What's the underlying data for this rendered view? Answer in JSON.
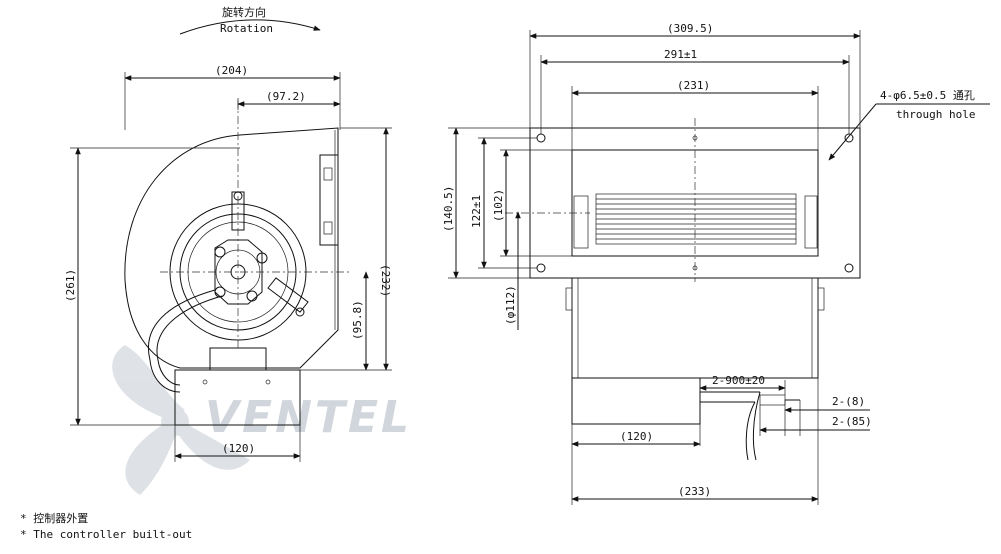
{
  "rotation": {
    "label_cn": "旋转方向",
    "label_en": "Rotation"
  },
  "left_view": {
    "dims": {
      "width_total": "(204)",
      "half_width": "(97.2)",
      "height_total": "(261)",
      "height_body": "(232)",
      "axis_height": "(95.8)",
      "controller_width": "(120)"
    }
  },
  "right_view": {
    "dims": {
      "flange_total": "(309.5)",
      "hole_pitch": "291±1",
      "outlet_width": "(231)",
      "flange_height": "(140.5)",
      "hole_pitch_v": "122±1",
      "outlet_height": "(102)",
      "wheel_dia": "(φ112)",
      "controller_width": "(120)",
      "body_width": "(233)",
      "cable_length": "2-900±20",
      "strip_8": "2-(8)",
      "strip_85": "2-(85)"
    },
    "hole_note": {
      "line1": "4-φ6.5±0.5 通孔",
      "line2": "through hole"
    }
  },
  "watermark": "VENTEL",
  "footnote": {
    "cn": "* 控制器外置",
    "en": "* The controller built-out"
  }
}
